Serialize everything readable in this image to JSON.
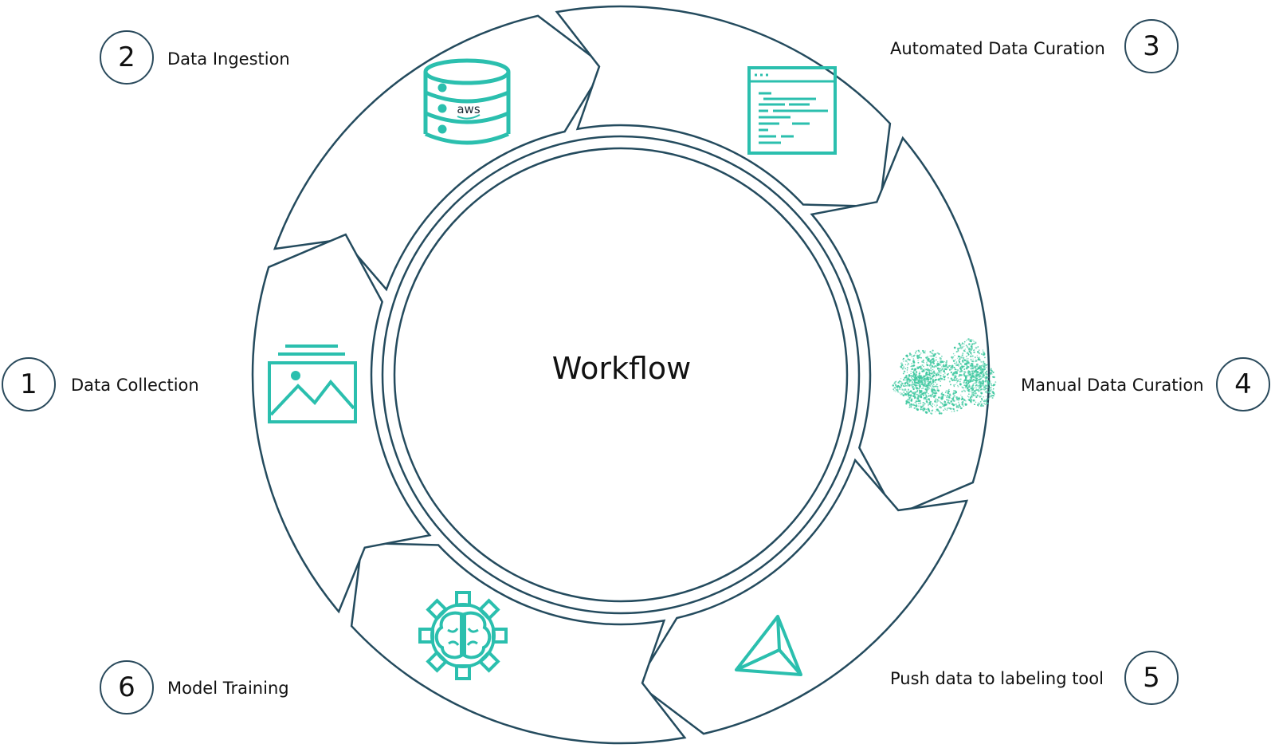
{
  "title": "Workflow",
  "steps": [
    {
      "number": "1",
      "label": "Data Collection",
      "icon": "image-stack-icon"
    },
    {
      "number": "2",
      "label": "Data Ingestion",
      "icon": "aws-database-icon"
    },
    {
      "number": "3",
      "label": "Automated Data Curation",
      "icon": "code-window-icon"
    },
    {
      "number": "4",
      "label": "Manual Data Curation",
      "icon": "point-cloud-icon"
    },
    {
      "number": "5",
      "label": "Push data to labeling tool",
      "icon": "send-arrow-icon"
    },
    {
      "number": "6",
      "label": "Model Training",
      "icon": "brain-gear-icon"
    }
  ],
  "aws_text": "aws",
  "colors": {
    "outline": "#244b5e",
    "accent": "#2bbfae",
    "text": "#111111"
  }
}
